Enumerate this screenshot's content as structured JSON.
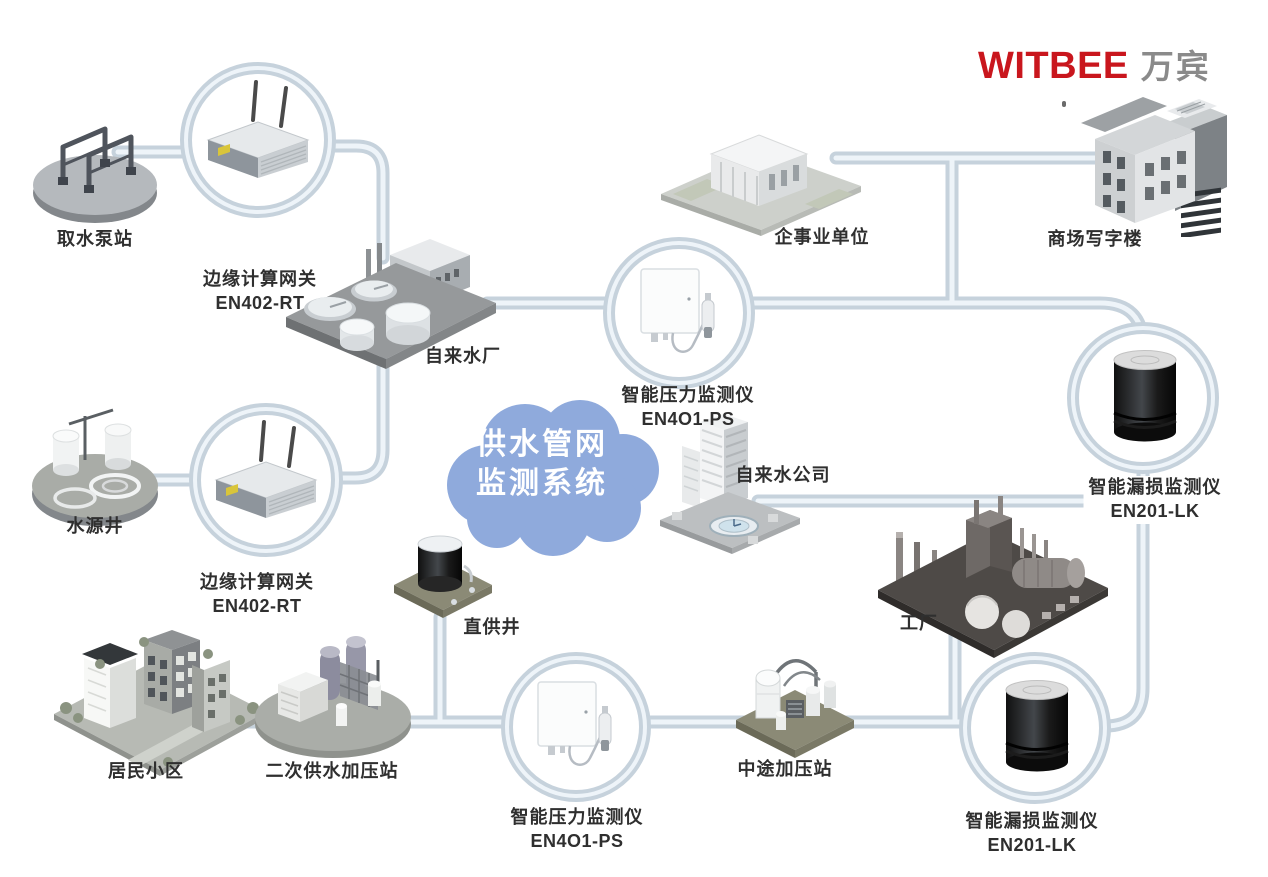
{
  "brand": {
    "name": "WITBEE",
    "cjk": "万宾",
    "name_color": "#c9161d",
    "cjk_color": "#8a8a8a"
  },
  "cloud": {
    "line1": "供水管网",
    "line2": "监测系统",
    "bg_color": "#8faadc",
    "text_color": "#ffffff"
  },
  "pipe_color": "#c6d2dc",
  "nodes": {
    "intake_pump": {
      "label": "取水泵站"
    },
    "gateway_top": {
      "label": "边缘计算网关",
      "model": "EN402-RT"
    },
    "water_plant": {
      "label": "自来水厂"
    },
    "pressure_top": {
      "label": "智能压力监测仪",
      "model": "EN4O1-PS"
    },
    "enterprise": {
      "label": "企事业单位"
    },
    "mall": {
      "label": "商场写字楼"
    },
    "source_well": {
      "label": "水源井"
    },
    "gateway_bottom": {
      "label": "边缘计算网关",
      "model": "EN402-RT"
    },
    "water_company": {
      "label": "自来水公司"
    },
    "leak_right": {
      "label": "智能漏损监测仪",
      "model": "EN201-LK"
    },
    "factory": {
      "label": "工厂"
    },
    "residential": {
      "label": "居民小区"
    },
    "secondary_station": {
      "label": "二次供水加压站"
    },
    "direct_well": {
      "label": "直供井"
    },
    "pressure_bottom": {
      "label": "智能压力监测仪",
      "model": "EN4O1-PS"
    },
    "midway_station": {
      "label": "中途加压站"
    },
    "leak_bottom": {
      "label": "智能漏损监测仪",
      "model": "EN201-LK"
    }
  }
}
